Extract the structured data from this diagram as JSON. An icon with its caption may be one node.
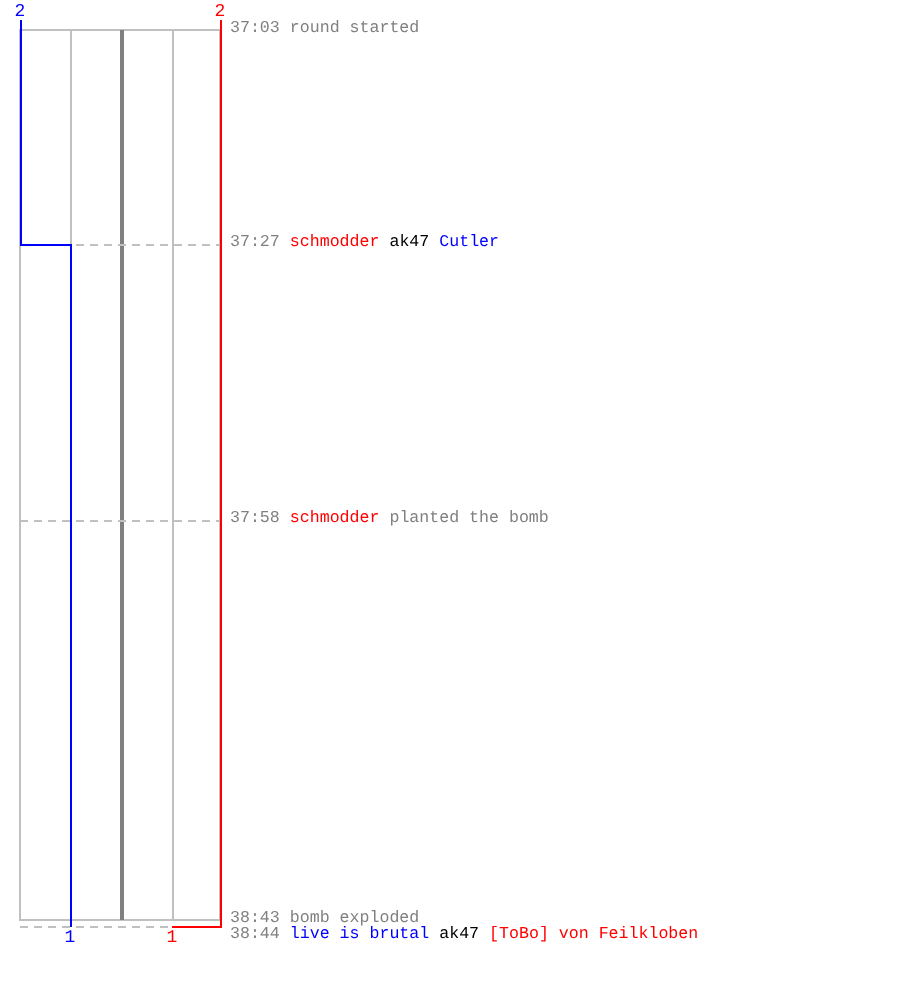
{
  "diagram": {
    "labels": [
      "2",
      "2",
      "37:03",
      "round started",
      "37:27",
      "schmodder",
      "ak47",
      "Cutler",
      "37:58",
      "schmodder",
      "planted the bomb",
      "38:43",
      "bomb exploded",
      "1",
      "1",
      "38:44",
      "live is brutal",
      "ak47",
      "[ToBo] von Feilkloben"
    ]
  }
}
